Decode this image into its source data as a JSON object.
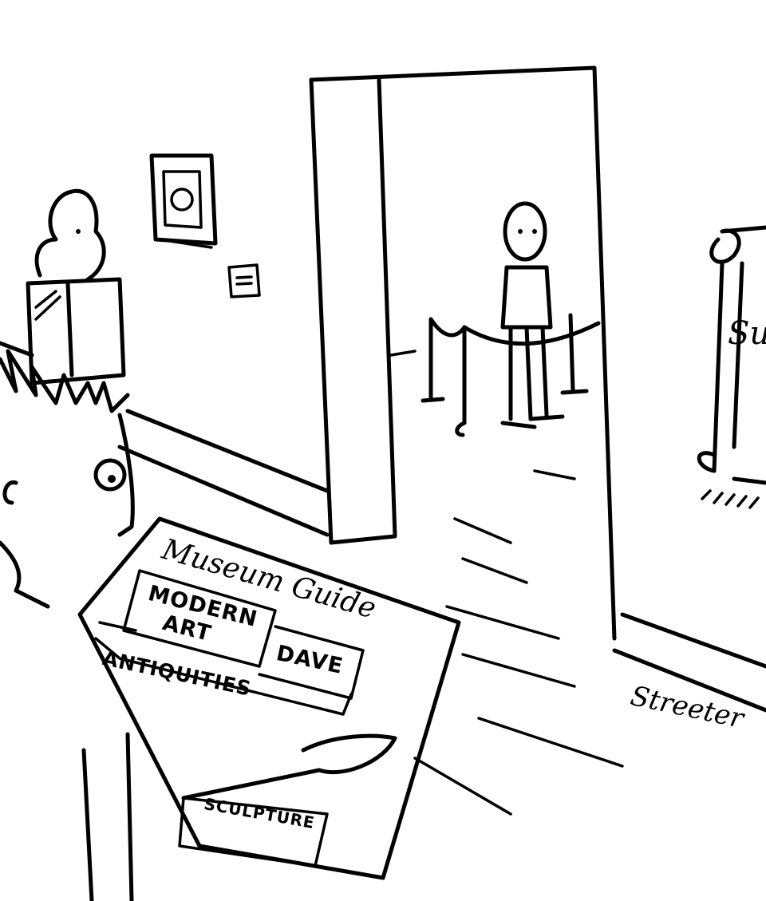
{
  "cartoon": {
    "guide_title": "Museum Guide",
    "sections": {
      "modern_art_line1": "MODERN",
      "modern_art_line2": "ART",
      "dave": "DAVE",
      "antiquities": "ANTIQUITIES",
      "sculpture": "SCULPTURE"
    },
    "scroll_sign_partial": "Su",
    "signature": "Streeter"
  }
}
